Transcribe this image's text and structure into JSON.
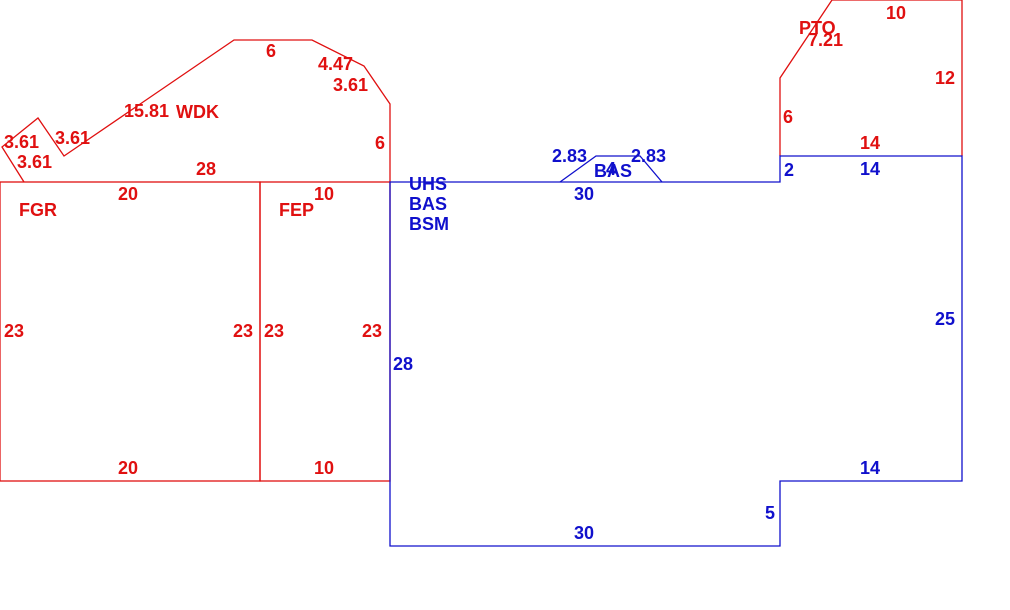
{
  "colors": {
    "red": "#e01010",
    "blue": "#1010cc"
  },
  "areas": {
    "fgr": "FGR",
    "fep": "FEP",
    "wdk": "WDK",
    "pto": "PTO",
    "uhs": "UHS",
    "bas": "BAS",
    "bsm": "BSM",
    "bay_bas": "BAS"
  },
  "dimensions": {
    "fgr_top": "20",
    "fgr_left": "23",
    "fgr_right": "23",
    "fgr_bottom": "20",
    "fep_top": "10",
    "fep_left": "23",
    "fep_right": "23",
    "fep_bottom": "10",
    "wdk_base": "28",
    "wdk_right": "6",
    "wdk_diag_long": "15.81",
    "wdk_top": "6",
    "wdk_447": "4.47",
    "wdk_361_a": "3.61",
    "wdk_361_b": "3.61",
    "wdk_361_c": "3.61",
    "wdk_361_d": "3.61",
    "pto_top": "10",
    "pto_right": "12",
    "pto_left": "6",
    "pto_bottom": "14",
    "pto_diag": "7.21",
    "main_top_right": "14",
    "main_step": "2",
    "main_top_left": "30",
    "main_right": "25",
    "main_notch_top": "14",
    "main_notch_side": "5",
    "main_bottom": "30",
    "main_left": "28",
    "bay_left": "2.83",
    "bay_right": "2.83",
    "bay_top": "4"
  }
}
